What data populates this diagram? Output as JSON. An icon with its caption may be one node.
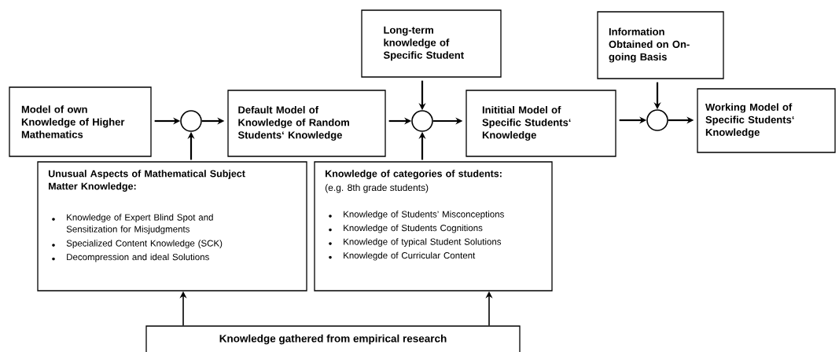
{
  "diagram": {
    "nodes": [
      {
        "text": [
          "Model of own Knowledge of Higher Mathematics"
        ]
      },
      {
        "text": [],
        "shape": "circle"
      },
      {
        "text": [
          "Default Model of Knowledge of Random Students‘ Knowledge"
        ]
      },
      {
        "text": [
          "Long-term knowledge of Specific Student"
        ]
      },
      {
        "text": [],
        "shape": "circle"
      },
      {
        "text": [
          "Inititial Model of Specific Students‘ Knowledge"
        ]
      },
      {
        "text": [
          "Information Obtained on On-going Basis"
        ]
      },
      {
        "text": [],
        "shape": "circle"
      },
      {
        "text": [
          "Working Model of Specific Students‘ Knowledge"
        ]
      },
      {
        "text": [
          "Unusual Aspects of Mathematical Subject Matter Knowledge:",
          "Knowledge of Expert Blind Spot and Sensitization for Misjudgments",
          "Specialized Content Knowledge (SCK)",
          "Decompression and ideal Solutions"
        ]
      },
      {
        "text": [
          "Knowledge of categories of students:",
          "(e.g. 8th grade students)",
          "Knowledge of Students’ Misconceptions",
          "Knowledge of Students Cognitions",
          "Knowledge of typical Student Solutions",
          "Knowlegde of Curricular Content"
        ]
      },
      {
        "text": [
          "Knowledge gathered from empirical research"
        ]
      }
    ],
    "edges": [
      {
        "from": 0,
        "to": 1,
        "arrow": "to"
      },
      {
        "from": 1,
        "to": 2,
        "arrow": "to"
      },
      {
        "from": 9,
        "to": 1,
        "arrow": "to"
      },
      {
        "from": 2,
        "to": 4,
        "arrow": "to"
      },
      {
        "from": 3,
        "to": 4,
        "arrow": "to"
      },
      {
        "from": 10,
        "to": 4,
        "arrow": "to"
      },
      {
        "from": 4,
        "to": 5,
        "arrow": "to"
      },
      {
        "from": 5,
        "to": 7,
        "arrow": "to"
      },
      {
        "from": 6,
        "to": 7,
        "arrow": "to"
      },
      {
        "from": 7,
        "to": 8,
        "arrow": "to"
      },
      {
        "from": 11,
        "to": 9,
        "arrow": "to"
      },
      {
        "from": 11,
        "to": 10,
        "arrow": "to"
      }
    ]
  }
}
